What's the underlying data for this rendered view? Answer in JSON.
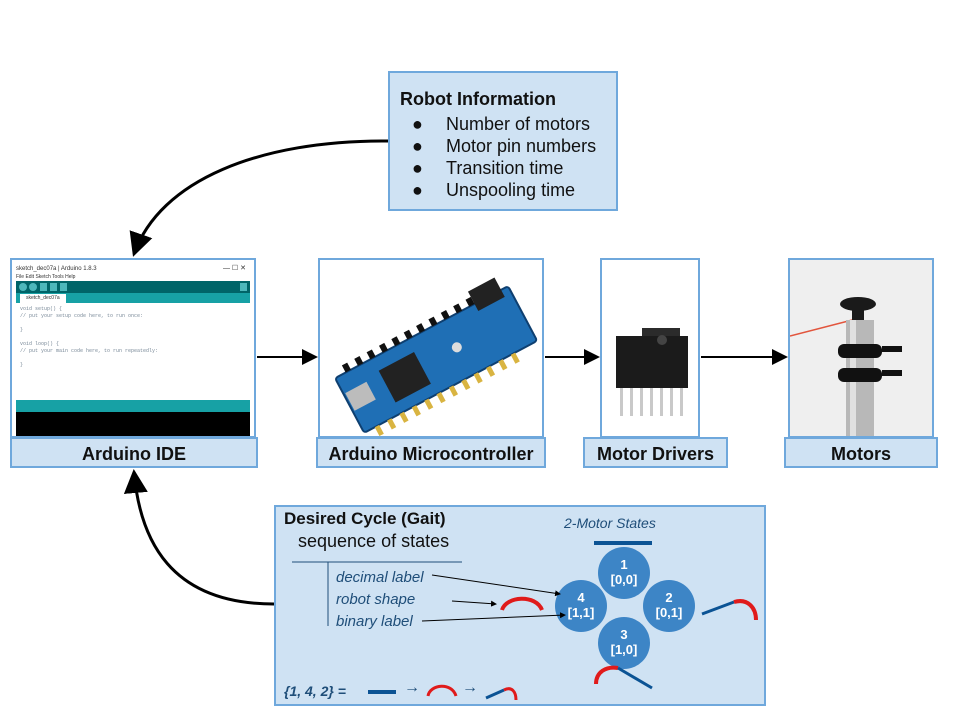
{
  "robot_info": {
    "title": "Robot Information",
    "items": [
      "Number of motors",
      "Motor pin numbers",
      "Transition time",
      "Unspooling time"
    ]
  },
  "components": [
    {
      "label": "Arduino IDE"
    },
    {
      "label": "Arduino Microcontroller"
    },
    {
      "label": "Motor Drivers"
    },
    {
      "label": "Motors"
    }
  ],
  "ide": {
    "title": "sketch_dec07a | Arduino 1.8.3",
    "menu": "File  Edit  Sketch  Tools  Help",
    "tab": "sketch_dec07a",
    "code": [
      "void setup() {",
      "  // put your setup code here, to run once:",
      "",
      "}",
      "",
      "void loop() {",
      "  // put your main code here, to run repeatedly:",
      "",
      "}"
    ]
  },
  "gait": {
    "title": "Desired Cycle (Gait)",
    "subtitle": "sequence of states",
    "states_title": "2-Motor States",
    "legend": [
      "decimal label",
      "robot shape",
      "binary label"
    ],
    "states": [
      {
        "num": "1",
        "bin": "[0,0]"
      },
      {
        "num": "2",
        "bin": "[0,1]"
      },
      {
        "num": "3",
        "bin": "[1,0]"
      },
      {
        "num": "4",
        "bin": "[1,1]"
      }
    ],
    "sequence_text": "{1, 4, 2} =",
    "arrow_glyph": "→"
  },
  "colors": {
    "box_fill": "#cfe2f3",
    "box_border": "#6fa8dc",
    "state_fill": "#3d85c6",
    "text_blue": "#1f4e79",
    "segment_straight": "#0b5394",
    "segment_curled": "#e01b1b"
  }
}
